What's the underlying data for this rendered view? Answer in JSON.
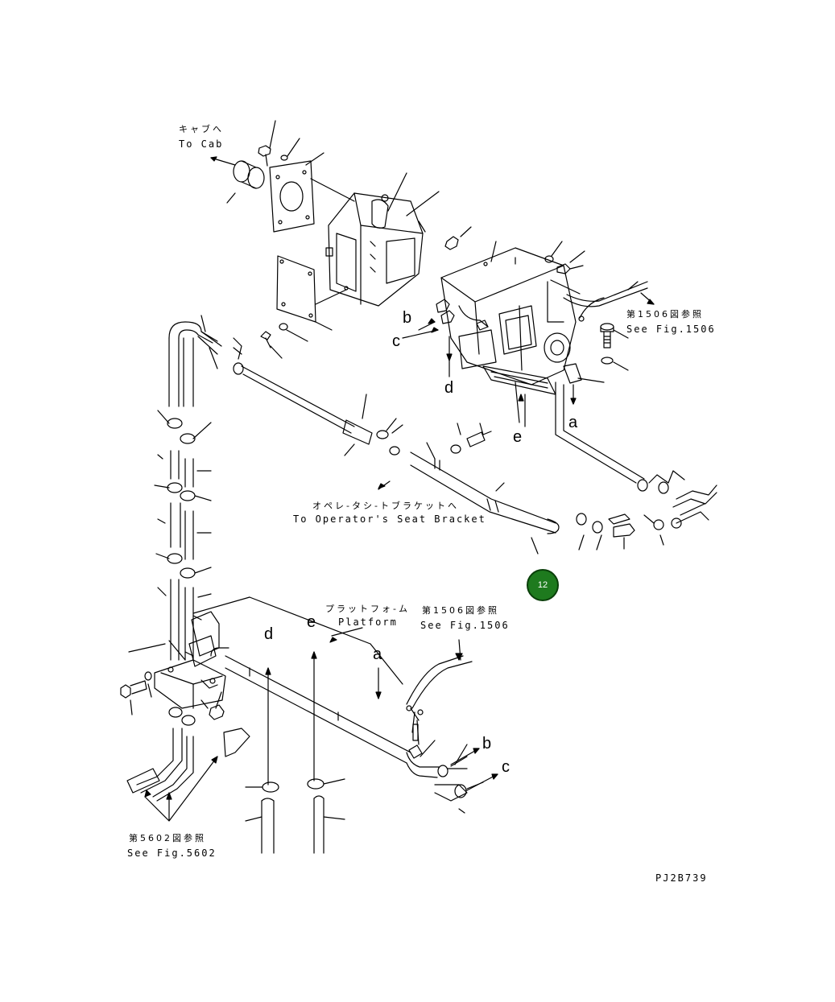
{
  "labels": {
    "to_cab_jp": "キャブへ",
    "to_cab_en": "To Cab",
    "fig1506_top_jp": "第1506図参照",
    "fig1506_top_en": "See Fig.1506",
    "seat_bracket_jp": "オペレ-タシ-トブラケットへ",
    "seat_bracket_en": "To Operator's Seat Bracket",
    "platform_jp": "プラットフォ-ム",
    "platform_en": "Platform",
    "fig1506_mid_jp": "第1506図参照",
    "fig1506_mid_en": "See Fig.1506",
    "fig5602_jp": "第5602図参照",
    "fig5602_en": "See Fig.5602",
    "drawing_code": "PJ2B739"
  },
  "connection_letters": {
    "a": "a",
    "b": "b",
    "c": "c",
    "d": "d",
    "e": "e"
  },
  "badge": {
    "text": "12",
    "fill": "#1e7a1e"
  },
  "colors": {
    "line": "#000000",
    "background": "#ffffff"
  }
}
